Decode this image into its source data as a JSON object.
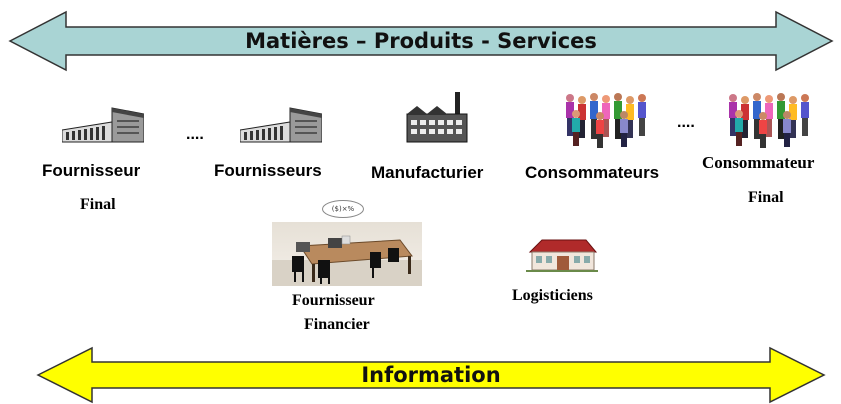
{
  "top_arrow": {
    "label": "Matières – Produits - Services",
    "color": "#a9d4d4"
  },
  "bottom_arrow": {
    "label": "Information",
    "color": "#ffff00"
  },
  "actors": {
    "fournisseur_final": {
      "line1": "Fournisseur",
      "line2": "Final",
      "icon": "factory-icon"
    },
    "fournisseurs": {
      "label": "Fournisseurs",
      "icon": "factory-icon"
    },
    "manufacturier": {
      "label": "Manufacturier",
      "icon": "plant-icon"
    },
    "consommateurs": {
      "label": "Consommateurs",
      "icon": "people-group-icon"
    },
    "consommateur_final": {
      "line1": "Consommateur",
      "line2": "Final",
      "icon": "people-group-icon"
    },
    "fournisseur_financier": {
      "line1": "Fournisseur",
      "line2": "Financier",
      "icon": "office-desk-icon"
    },
    "logisticiens": {
      "label": "Logisticiens",
      "icon": "warehouse-icon"
    }
  },
  "ellipsis": "....",
  "ellipsis_right": "....",
  "bubble_text": "($)×%"
}
